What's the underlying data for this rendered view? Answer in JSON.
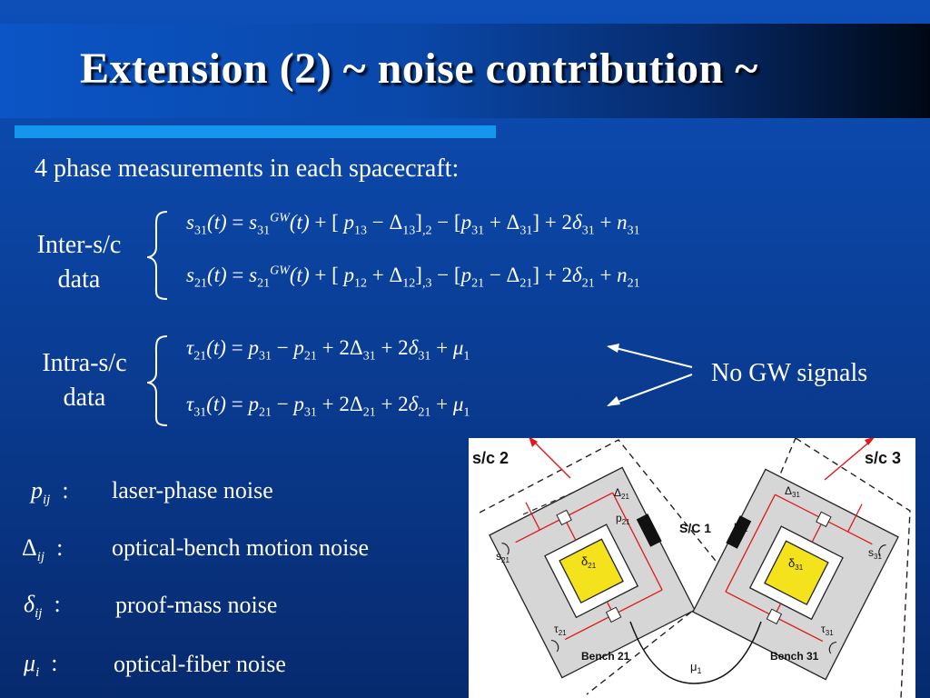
{
  "title": "Extension (2) ~ noise contribution ~",
  "intro": "4 phase measurements in each spacecraft:",
  "inter_sc": {
    "line1": "Inter-s/c",
    "line2": "data"
  },
  "intra_sc": {
    "line1": "Intra-s/c",
    "line2": "data"
  },
  "no_gw": "No GW signals",
  "noise_terms": [
    {
      "symbol": "p",
      "sub": "ij",
      "desc": "laser-phase noise"
    },
    {
      "symbol": "Δ",
      "sub": "ij",
      "desc": "optical-bench motion noise"
    },
    {
      "symbol": "δ",
      "sub": "ij",
      "desc": "proof-mass noise"
    },
    {
      "symbol": "μ",
      "sub": "i",
      "desc": "optical-fiber noise"
    }
  ],
  "diagram": {
    "sc2": "s/c 2",
    "sc3": "s/c 3",
    "sc1": "S/C 1",
    "bench21": "Bench 21",
    "bench31": "Bench 31",
    "mu1": "μ",
    "mu1_sub": "1"
  }
}
